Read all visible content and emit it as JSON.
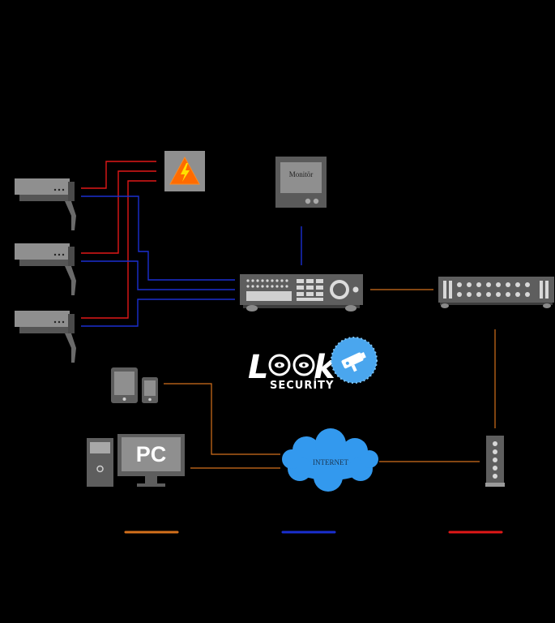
{
  "monitor": {
    "label": "Monitör"
  },
  "computer": {
    "label": "PC"
  },
  "network": {
    "label": "INTERNET"
  },
  "logo": {
    "brand_letters_1": "L",
    "brand_letters_2": "k",
    "tagline": "SECURİTY"
  },
  "colors": {
    "power_line": "#e01818",
    "video_line": "#1a2fd0",
    "network_line": "#d4701c",
    "cloud": "#3399ee",
    "device": "#8f8f8f",
    "warning": "#ff6a00"
  },
  "icons": {
    "cameras": "cctv-camera-icon",
    "power": "high-voltage-icon",
    "monitor": "monitor-icon",
    "recorder": "dvr-icon",
    "switch": "network-switch-icon",
    "router": "router-icon",
    "mobile": "tablet-and-phone-icon",
    "pc": "desktop-computer-icon",
    "internet": "cloud-icon"
  }
}
